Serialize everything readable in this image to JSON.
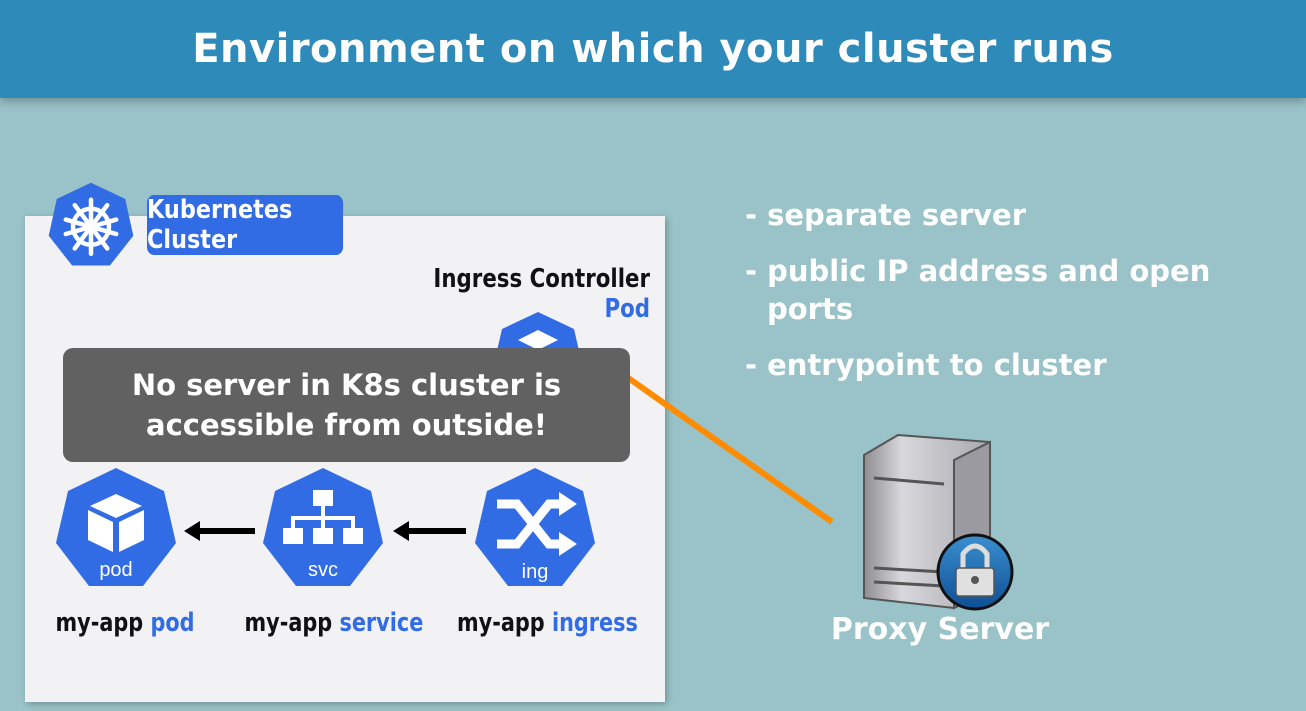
{
  "header": {
    "title": "Environment on which your cluster runs"
  },
  "cluster": {
    "label": "Kubernetes Cluster",
    "ingress_controller": {
      "text": "Ingress Controller",
      "highlight": "Pod"
    }
  },
  "message": {
    "line1": "No server in K8s cluster is",
    "line2": "accessible from outside!"
  },
  "components": [
    {
      "icon_text": "pod",
      "name": "my-app",
      "kind": "pod"
    },
    {
      "icon_text": "svc",
      "name": "my-app",
      "kind": "service"
    },
    {
      "icon_text": "ing",
      "name": "my-app",
      "kind": "ingress"
    }
  ],
  "bullets": [
    "- separate server",
    "- public IP address and open ports",
    "- entrypoint to cluster"
  ],
  "proxy": {
    "label": "Proxy Server"
  },
  "colors": {
    "k8s_blue": "#326ce5",
    "header": "#2e8ab9",
    "background": "#99c3c8",
    "connector": "#ff8c00",
    "message_bg": "#616161"
  },
  "icons": [
    "kubernetes-helm-icon",
    "ingress-controller-icon",
    "pod-cube-icon",
    "service-network-icon",
    "ingress-shuffle-icon",
    "server-icon",
    "padlock-icon"
  ]
}
